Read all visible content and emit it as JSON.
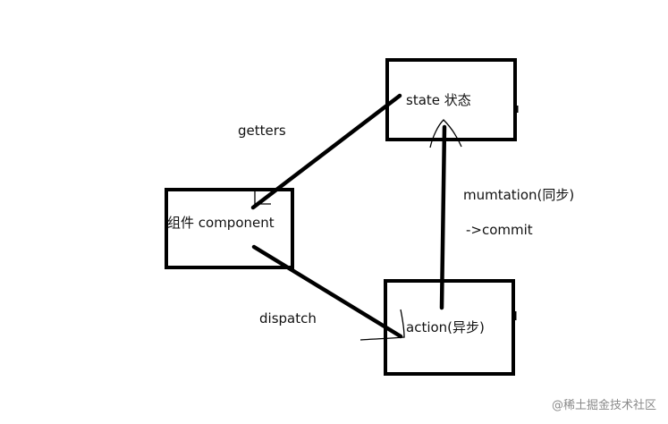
{
  "nodes": {
    "state": "state 状态",
    "component": "组件 component",
    "action": "action(异步)"
  },
  "edges": {
    "getters": "getters",
    "mutation": "mumtation(同步)",
    "commit": "->commit",
    "dispatch": "dispatch"
  },
  "watermark": "@稀土掘金技术社区",
  "colors": {
    "stroke": "#000000",
    "text": "#111111",
    "watermark": "#8a8a8a"
  }
}
